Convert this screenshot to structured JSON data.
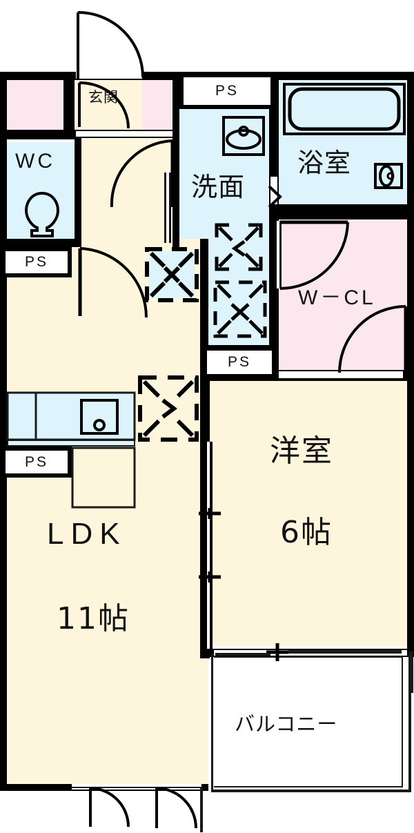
{
  "plan": {
    "type": "floor-plan",
    "title": "1LDK apartment floor plan",
    "palette": {
      "wall": "#000000",
      "living_fill": "#fdf6dd",
      "water_fill": "#ddf4fc",
      "closet_fill": "#fce7ef",
      "balcony_fill": "#ffffff"
    }
  },
  "rooms": {
    "entrance": {
      "label": "玄関",
      "note": "entrance / genkan"
    },
    "toilet": {
      "label": "WC",
      "note": "water closet"
    },
    "washroom": {
      "label": "洗面",
      "note": "washroom / vanity"
    },
    "bathroom": {
      "label": "浴室",
      "note": "bathroom"
    },
    "walk_in_closet": {
      "label": "W－CL",
      "note": "walk-in closet"
    },
    "ldk": {
      "label": "LDK",
      "size": "11帖",
      "note": "living dining kitchen"
    },
    "bedroom": {
      "label": "洋室",
      "size": "6帖",
      "note": "western style room"
    },
    "balcony": {
      "label": "バルコニー",
      "note": "balcony"
    }
  },
  "pipe_shafts": [
    {
      "label": "PS",
      "id": "ps-top"
    },
    {
      "label": "PS",
      "id": "ps-left-upper"
    },
    {
      "label": "PS",
      "id": "ps-left-lower"
    },
    {
      "label": "PS",
      "id": "ps-washroom"
    }
  ],
  "fixtures": [
    {
      "id": "toilet-bowl",
      "icon": "toilet-icon",
      "room": "WC"
    },
    {
      "id": "vanity-sink",
      "icon": "sink-basin-icon",
      "room": "洗面"
    },
    {
      "id": "bathtub",
      "icon": "bathtub-icon",
      "room": "浴室"
    },
    {
      "id": "bath-faucet",
      "icon": "shower-mixer-icon",
      "room": "浴室"
    },
    {
      "id": "kitchen-sink",
      "icon": "kitchen-sink-icon",
      "room": "LDK"
    },
    {
      "id": "kitchen-counter",
      "icon": "counter-icon",
      "room": "LDK"
    }
  ],
  "appliance_spaces": [
    {
      "id": "washer-space",
      "icon": "washing-machine-space-icon",
      "room": "洗面"
    },
    {
      "id": "washer-space-2",
      "icon": "washing-machine-space-icon",
      "room": "洗面"
    },
    {
      "id": "fridge-space",
      "icon": "refrigerator-space-icon",
      "room": "LDK"
    },
    {
      "id": "appliance-space",
      "icon": "appliance-space-icon",
      "room": "LDK"
    }
  ],
  "doors": [
    {
      "id": "entrance-door",
      "type": "hinged-out",
      "room": "玄関"
    },
    {
      "id": "entrance-inner-door",
      "type": "hinged",
      "room": "玄関"
    },
    {
      "id": "hall-door",
      "type": "hinged",
      "room": "hall"
    },
    {
      "id": "ldk-hall-door",
      "type": "hinged",
      "room": "LDK"
    },
    {
      "id": "wcl-door-upper",
      "type": "hinged",
      "room": "W－CL"
    },
    {
      "id": "wcl-door-lower",
      "type": "hinged",
      "room": "W－CL"
    },
    {
      "id": "bath-door",
      "type": "folding",
      "room": "浴室"
    },
    {
      "id": "ldk-bedroom-partition",
      "type": "sliding",
      "room": "LDK / 洋室"
    },
    {
      "id": "ldk-terrace-door-left",
      "type": "sliding-glass",
      "room": "LDK"
    },
    {
      "id": "ldk-terrace-door-right",
      "type": "sliding-glass",
      "room": "LDK"
    },
    {
      "id": "bedroom-balcony-door",
      "type": "sliding-glass",
      "room": "洋室"
    }
  ]
}
